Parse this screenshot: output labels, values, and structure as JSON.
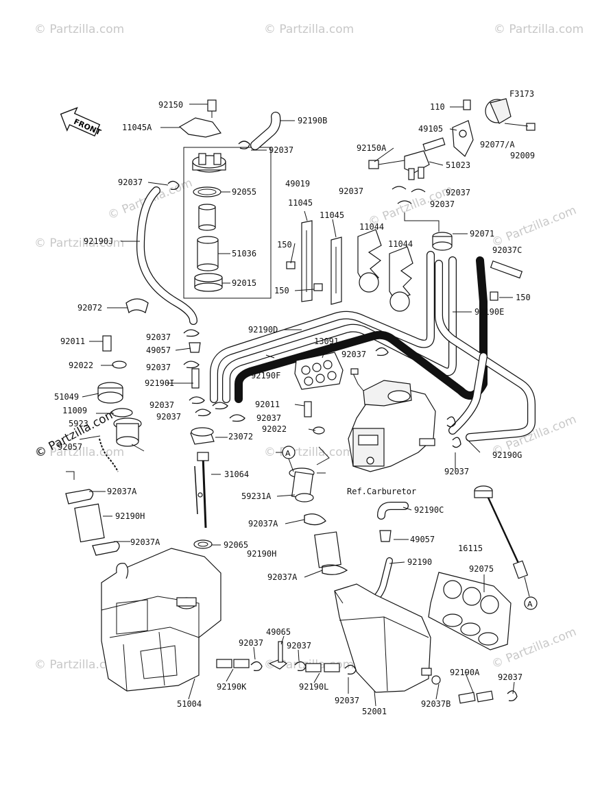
{
  "figure_code": "F3173",
  "front_marker": "FRONT",
  "watermark": "© Partzilla.com",
  "callout_ref": "A",
  "ref_carburetor": "Ref.Carburetor",
  "labels": [
    {
      "id": "92150_top",
      "text": "92150"
    },
    {
      "id": "11045a",
      "text": "11045A"
    },
    {
      "id": "92190b",
      "text": "92190B"
    },
    {
      "id": "92037_1",
      "text": "92037"
    },
    {
      "id": "92037_2",
      "text": "92037"
    },
    {
      "id": "92055",
      "text": "92055"
    },
    {
      "id": "49019",
      "text": "49019"
    },
    {
      "id": "92190j",
      "text": "92190J"
    },
    {
      "id": "11045_1",
      "text": "11045"
    },
    {
      "id": "11045_2",
      "text": "11045"
    },
    {
      "id": "150_1",
      "text": "150"
    },
    {
      "id": "150_2",
      "text": "150"
    },
    {
      "id": "51036",
      "text": "51036"
    },
    {
      "id": "92015",
      "text": "92015"
    },
    {
      "id": "92072",
      "text": "92072"
    },
    {
      "id": "110",
      "text": "110"
    },
    {
      "id": "49105",
      "text": "49105"
    },
    {
      "id": "92077a",
      "text": "92077/A"
    },
    {
      "id": "92009",
      "text": "92009"
    },
    {
      "id": "92150a",
      "text": "92150A"
    },
    {
      "id": "51023",
      "text": "51023"
    },
    {
      "id": "92037_3",
      "text": "92037"
    },
    {
      "id": "92037_4",
      "text": "92037"
    },
    {
      "id": "92037_5",
      "text": "92037"
    },
    {
      "id": "11044_1",
      "text": "11044"
    },
    {
      "id": "11044_2",
      "text": "11044"
    },
    {
      "id": "92071",
      "text": "92071"
    },
    {
      "id": "92037c",
      "text": "92037C"
    },
    {
      "id": "150_3",
      "text": "150"
    },
    {
      "id": "92190e",
      "text": "92190E"
    },
    {
      "id": "92190d",
      "text": "92190D"
    },
    {
      "id": "92011_1",
      "text": "92011"
    },
    {
      "id": "92037_6",
      "text": "92037"
    },
    {
      "id": "49057_1",
      "text": "49057"
    },
    {
      "id": "13091",
      "text": "13091"
    },
    {
      "id": "92022_1",
      "text": "92022"
    },
    {
      "id": "92037_7",
      "text": "92037"
    },
    {
      "id": "92037_8",
      "text": "92037"
    },
    {
      "id": "92190f",
      "text": "92190F"
    },
    {
      "id": "92190i",
      "text": "92190I"
    },
    {
      "id": "51049",
      "text": "51049"
    },
    {
      "id": "92037_9",
      "text": "92037"
    },
    {
      "id": "92011_2",
      "text": "92011"
    },
    {
      "id": "11009",
      "text": "11009"
    },
    {
      "id": "92037_10",
      "text": "92037"
    },
    {
      "id": "92037_11",
      "text": "92037"
    },
    {
      "id": "5923x",
      "text": "5923"
    },
    {
      "id": "92022_2",
      "text": "92022"
    },
    {
      "id": "23072",
      "text": "23072"
    },
    {
      "id": "92057",
      "text": "92057"
    },
    {
      "id": "92190g",
      "text": "92190G"
    },
    {
      "id": "31064",
      "text": "31064"
    },
    {
      "id": "92037_12",
      "text": "92037"
    },
    {
      "id": "59231a",
      "text": "59231A"
    },
    {
      "id": "92037a_1",
      "text": "92037A"
    },
    {
      "id": "92190h_1",
      "text": "92190H"
    },
    {
      "id": "92190c",
      "text": "92190C"
    },
    {
      "id": "92037a_2",
      "text": "92037A"
    },
    {
      "id": "92037a_3",
      "text": "92037A"
    },
    {
      "id": "49057_2",
      "text": "49057"
    },
    {
      "id": "92065",
      "text": "92065"
    },
    {
      "id": "16115",
      "text": "16115"
    },
    {
      "id": "92190h_2",
      "text": "92190H"
    },
    {
      "id": "92190",
      "text": "92190"
    },
    {
      "id": "92075",
      "text": "92075"
    },
    {
      "id": "92037a_4",
      "text": "92037A"
    },
    {
      "id": "49065",
      "text": "49065"
    },
    {
      "id": "92037_13",
      "text": "92037"
    },
    {
      "id": "92037_14",
      "text": "92037"
    },
    {
      "id": "92190a",
      "text": "92190A"
    },
    {
      "id": "92037_15",
      "text": "92037"
    },
    {
      "id": "92190k",
      "text": "92190K"
    },
    {
      "id": "92190l",
      "text": "92190L"
    },
    {
      "id": "92037_16",
      "text": "92037"
    },
    {
      "id": "52001",
      "text": "52001"
    },
    {
      "id": "92037b",
      "text": "92037B"
    },
    {
      "id": "51004",
      "text": "51004"
    }
  ]
}
